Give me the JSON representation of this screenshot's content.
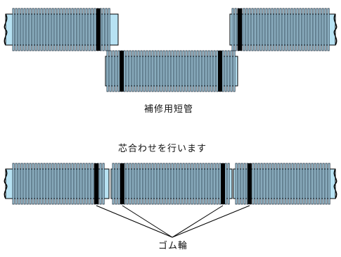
{
  "labels": {
    "short_pipe": "補修用短管",
    "alignment": "芯合わせを行います",
    "rubber_ring": "ゴム輪"
  },
  "colors": {
    "pipe_fill": "#b7e2f3",
    "rib_line": "#1a2a3a",
    "ring": "#000000",
    "outline": "#000000"
  }
}
